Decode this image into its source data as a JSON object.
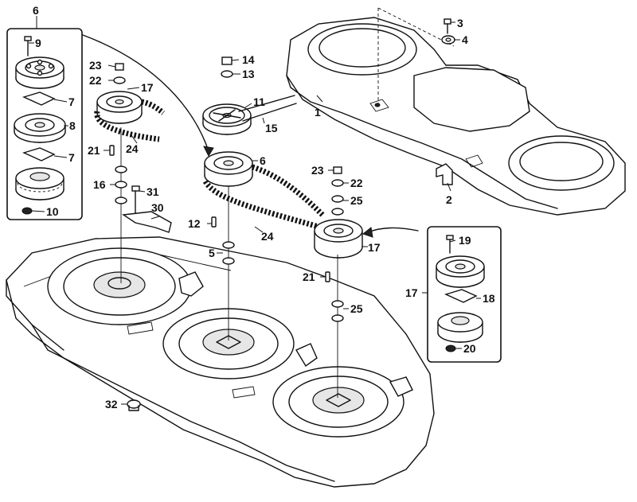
{
  "diagram": {
    "callouts": {
      "c1": "1",
      "c2": "2",
      "c3": "3",
      "c4": "4",
      "c5": "5",
      "c6_top": "6",
      "c6_mid": "6",
      "c7_a": "7",
      "c7_b": "7",
      "c8": "8",
      "c9": "9",
      "c10": "10",
      "c11": "11",
      "c12": "12",
      "c13": "13",
      "c14": "14",
      "c15": "15",
      "c16": "16",
      "c17_a": "17",
      "c17_b": "17",
      "c17_c": "17",
      "c18": "18",
      "c19": "19",
      "c20": "20",
      "c21_a": "21",
      "c21_b": "21",
      "c22_a": "22",
      "c22_b": "22",
      "c23_a": "23",
      "c23_b": "23",
      "c24_a": "24",
      "c24_b": "24",
      "c25_a": "25",
      "c25_b": "25",
      "c30": "30",
      "c31": "31",
      "c32": "32"
    }
  }
}
